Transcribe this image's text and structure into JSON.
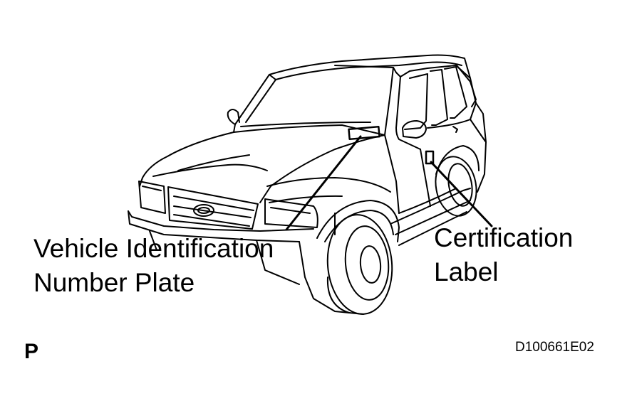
{
  "labels": {
    "vin_line1": "Vehicle Identification",
    "vin_line2": "Number Plate",
    "cert_line1": "Certification",
    "cert_line2": "Label"
  },
  "page_marker": "P",
  "figure_code": "D100661E02",
  "icons": [
    "suv-line-drawing",
    "vin-plate-marker",
    "certification-label-marker"
  ]
}
